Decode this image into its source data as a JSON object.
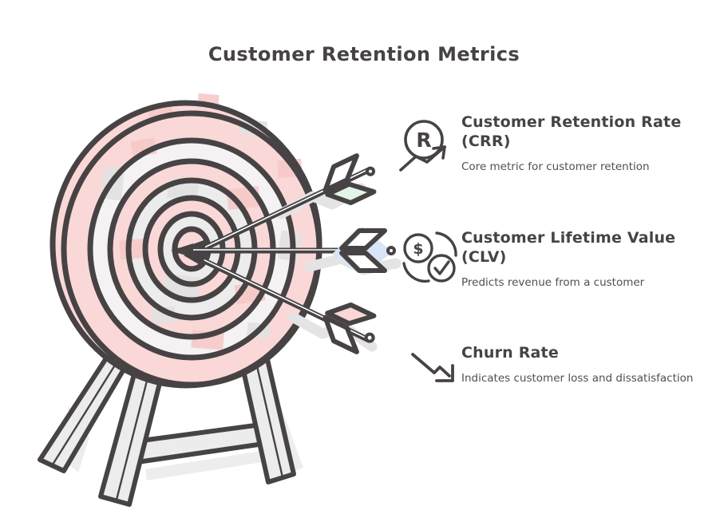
{
  "page": {
    "title": "Customer Retention Metrics"
  },
  "colors": {
    "ink": "#474344",
    "description_text": "#524e4f",
    "target_pink": "#fad8d8",
    "target_gray": "#ececec",
    "patch_pink": "#f7c9c9",
    "patch_gray": "#e2e2e2",
    "fletching_mint": "#e1f5e7",
    "fletching_blue": "#d8e5f6",
    "fletching_pink": "#fad6d6",
    "shadow_gray": "#e4e4e4",
    "background": "#ffffff"
  },
  "illustration": {
    "label": "dartboard target on easel stand hit by three arrows"
  },
  "metrics": [
    {
      "icon": "retention-rate-icon",
      "icon_glyph": "R",
      "title": "Customer Retention Rate (CRR)",
      "description": "Core metric for customer retention"
    },
    {
      "icon": "lifetime-value-icon",
      "icon_glyph": "$",
      "title": "Customer Lifetime Value (CLV)",
      "description": "Predicts revenue from a customer"
    },
    {
      "icon": "churn-rate-icon",
      "icon_glyph": "",
      "title": "Churn Rate",
      "description": "Indicates customer loss and dissatisfaction"
    }
  ]
}
